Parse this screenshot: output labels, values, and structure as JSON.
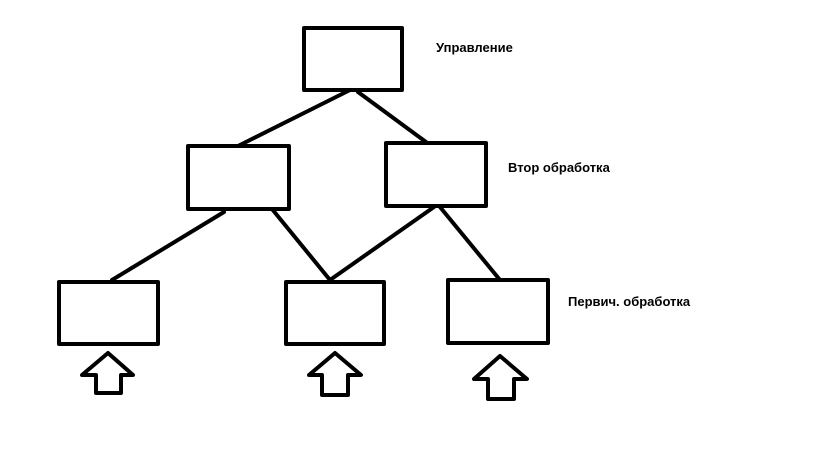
{
  "levels": {
    "top": "Управление",
    "middle": "Втор обработка",
    "bottom": "Первич. обработка"
  },
  "colors": {
    "stroke": "#000000",
    "background": "#ffffff"
  },
  "icons": [
    "up-arrow-icon",
    "up-arrow-icon",
    "up-arrow-icon"
  ]
}
